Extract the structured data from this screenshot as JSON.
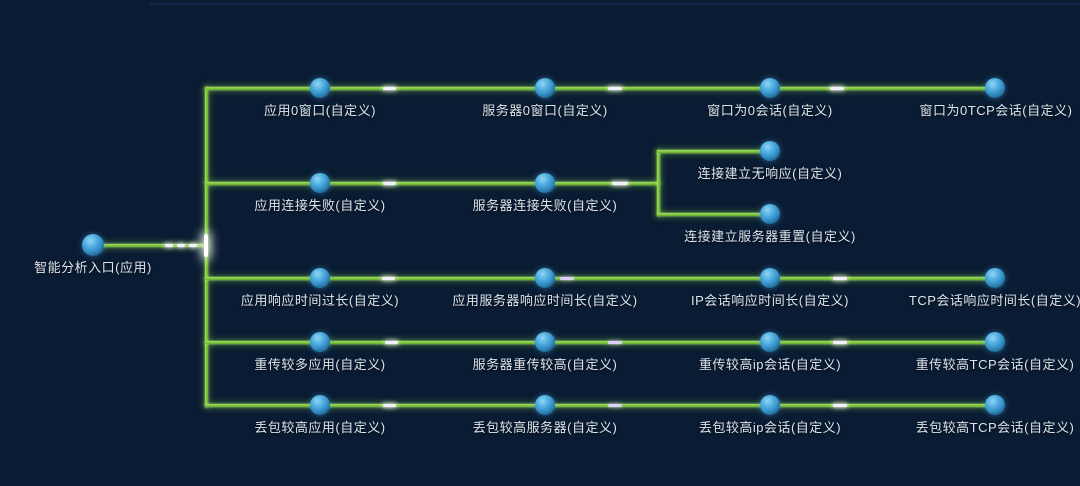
{
  "canvas": {
    "colors": {
      "background": "#0a1c33",
      "link": "#7ec83e",
      "node_fill": "#47a2d9",
      "label_text": "#dde4ee",
      "pulse": "#f2f0ff"
    }
  },
  "tree": {
    "root": {
      "label": "智能分析入口(应用)"
    },
    "branches": [
      {
        "nodes": [
          "应用0窗口(自定义)",
          "服务器0窗口(自定义)",
          "窗口为0会话(自定义)",
          "窗口为0TCP会话(自定义)"
        ]
      },
      {
        "nodes": [
          "应用连接失败(自定义)",
          "服务器连接失败(自定义)"
        ],
        "children": [
          "连接建立无响应(自定义)",
          "连接建立服务器重置(自定义)"
        ]
      },
      {
        "nodes": [
          "应用响应时间过长(自定义)",
          "应用服务器响应时间长(自定义)",
          "IP会话响应时间长(自定义)",
          "TCP会话响应时间长(自定义)"
        ]
      },
      {
        "nodes": [
          "重传较多应用(自定义)",
          "服务器重传较高(自定义)",
          "重传较高ip会话(自定义)",
          "重传较高TCP会话(自定义)"
        ]
      },
      {
        "nodes": [
          "丢包较高应用(自定义)",
          "丢包较高服务器(自定义)",
          "丢包较高ip会话(自定义)",
          "丢包较高TCP会话(自定义)"
        ]
      }
    ]
  }
}
